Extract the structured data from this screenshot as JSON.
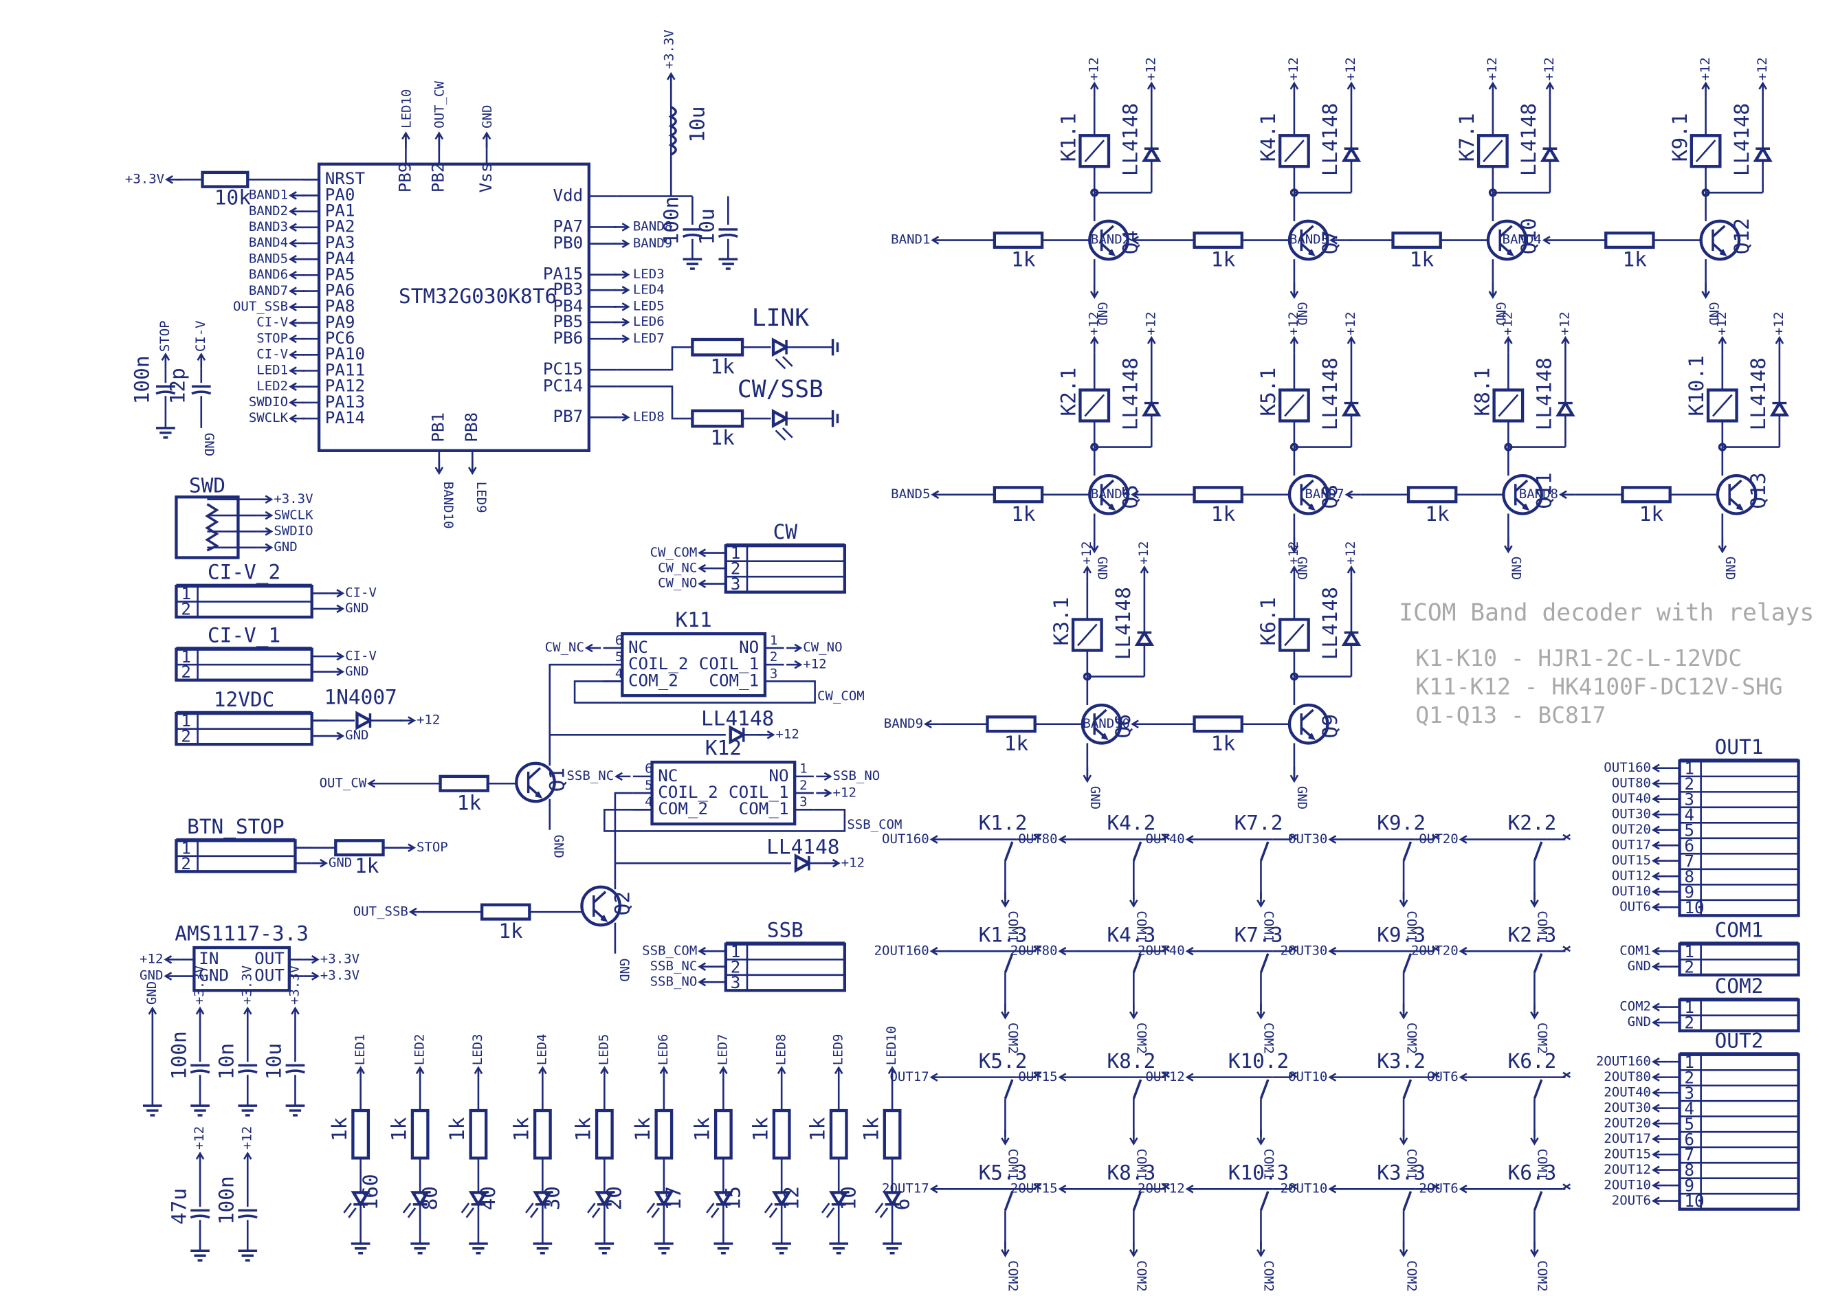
{
  "notes": {
    "title": "ICOM Band decoder with relays",
    "lines": [
      "K1-K10 - HJR1-2C-L-12VDC",
      "K11-K12 - HK4100F-DC12V-SHG",
      "Q1-Q13 - BC817"
    ]
  },
  "mcu": {
    "name": "STM32G030K8T6",
    "left_pins": [
      "NRST",
      "PA0",
      "PA1",
      "PA2",
      "PA3",
      "PA4",
      "PA5",
      "PA6",
      "PA8",
      "PA9",
      "PC6",
      "PA10",
      "PA11",
      "PA12",
      "PA13",
      "PA14"
    ],
    "left_nets": [
      "",
      "BAND1",
      "BAND2",
      "BAND3",
      "BAND4",
      "BAND5",
      "BAND6",
      "BAND7",
      "OUT_SSB",
      "CI-V",
      "STOP",
      "CI-V",
      "LED1",
      "LED2",
      "SWDIO",
      "SWCLK"
    ],
    "top_pins": [
      "PB9",
      "PB2",
      "Vss"
    ],
    "top_nets": [
      "LED10",
      "OUT_CW",
      "GND"
    ],
    "right_pins": [
      "Vdd",
      "PA7",
      "PB0",
      "PA15",
      "PB3",
      "PB4",
      "PB5",
      "PB6",
      "PC15",
      "PC14",
      "PB7"
    ],
    "right_nets": [
      "",
      "BAND8",
      "BAND9",
      "LED3",
      "LED4",
      "LED5",
      "LED6",
      "LED7",
      "",
      "",
      "LED8"
    ],
    "bottom_pins": [
      "PB1",
      "PB8"
    ],
    "bottom_nets": [
      "BAND10",
      "LED9"
    ]
  },
  "power": {
    "vcc33": "+3.3V",
    "vcc12": "+12",
    "gnd": "GND",
    "reset_res": "10k",
    "inductor": "10u",
    "cap_100n": "100n",
    "cap_10u": "10u",
    "stop_net": "STOP",
    "civ_net": "CI-V",
    "cap_12p": "12p"
  },
  "status_leds": [
    {
      "name": "LINK",
      "res": "1k"
    },
    {
      "name": "CW/SSB",
      "res": "1k"
    }
  ],
  "connectors": {
    "swd": {
      "title": "SWD",
      "nets": [
        "+3.3V",
        "SWCLK",
        "SWDIO",
        "GND"
      ]
    },
    "civ2": {
      "title": "CI-V_2",
      "pins": [
        "1",
        "2"
      ],
      "nets": [
        "CI-V",
        "GND"
      ]
    },
    "civ1": {
      "title": "CI-V_1",
      "pins": [
        "1",
        "2"
      ],
      "nets": [
        "CI-V",
        "GND"
      ]
    },
    "vdc12": {
      "title": "12VDC",
      "pins": [
        "1",
        "2"
      ],
      "nets": [
        "",
        "GND"
      ],
      "diode": "1N4007",
      "out": "+12"
    },
    "btn": {
      "title": "BTN_STOP",
      "pins": [
        "1",
        "2"
      ],
      "nets": [
        "",
        "GND"
      ],
      "res": "1k",
      "out": "STOP"
    },
    "cw": {
      "title": "CW",
      "pins": [
        "1",
        "2",
        "3"
      ],
      "nets": [
        "CW_COM",
        "CW_NC",
        "CW_NO"
      ]
    },
    "ssb": {
      "title": "SSB",
      "pins": [
        "1",
        "2",
        "3"
      ],
      "nets": [
        "SSB_COM",
        "SSB_NC",
        "SSB_NO"
      ]
    }
  },
  "regulator": {
    "title": "AMS1117-3.3",
    "left_pins": [
      "IN",
      "GND"
    ],
    "right_pins": [
      "OUT",
      "OUT"
    ],
    "left_nets": [
      "+12",
      "GND"
    ],
    "right_nets": [
      "+3.3V",
      "+3.3V"
    ]
  },
  "rf_relays": [
    {
      "name": "K11",
      "nc": "NC",
      "no": "NO",
      "coil2": "COIL_2",
      "coil1": "COIL_1",
      "com2": "COM_2",
      "com1": "COM_1",
      "pins": [
        "6",
        "5",
        "4",
        "1",
        "2",
        "3"
      ],
      "nets": [
        "CW_NC",
        "CW_NO",
        "+12",
        "CW_COM"
      ],
      "diode": "LL4148",
      "transistor": "Q1",
      "input": "OUT_CW",
      "res": "1k"
    },
    {
      "name": "K12",
      "nc": "NC",
      "no": "NO",
      "coil2": "COIL_2",
      "coil1": "COIL_1",
      "com2": "COM_2",
      "com1": "COM_1",
      "pins": [
        "6",
        "5",
        "4",
        "1",
        "2",
        "3"
      ],
      "nets": [
        "SSB_NC",
        "SSB_NO",
        "+12",
        "SSB_COM"
      ],
      "diode": "LL4148",
      "transistor": "Q2",
      "input": "OUT_SSB",
      "res": "1k"
    }
  ],
  "band_drivers": [
    {
      "relay": "K1.1",
      "transistor": "Q4",
      "input": "BAND1",
      "res": "1k",
      "diode": "LL4148"
    },
    {
      "relay": "K4.1",
      "transistor": "Q7",
      "input": "BAND2",
      "res": "1k",
      "diode": "LL4148"
    },
    {
      "relay": "K7.1",
      "transistor": "Q10",
      "input": "BAND3",
      "res": "1k",
      "diode": "LL4148"
    },
    {
      "relay": "K9.1",
      "transistor": "Q12",
      "input": "BAND4",
      "res": "1k",
      "diode": "LL4148"
    },
    {
      "relay": "K2.1",
      "transistor": "Q5",
      "input": "BAND5",
      "res": "1k",
      "diode": "LL4148"
    },
    {
      "relay": "K5.1",
      "transistor": "Q8",
      "input": "BAND6",
      "res": "1k",
      "diode": "LL4148"
    },
    {
      "relay": "K8.1",
      "transistor": "Q11",
      "input": "BAND7",
      "res": "1k",
      "diode": "LL4148"
    },
    {
      "relay": "K10.1",
      "transistor": "Q13",
      "input": "BAND8",
      "res": "1k",
      "diode": "LL4148"
    },
    {
      "relay": "K3.1",
      "transistor": "Q6",
      "input": "BAND9",
      "res": "1k",
      "diode": "LL4148"
    },
    {
      "relay": "K6.1",
      "transistor": "Q9",
      "input": "BAND10",
      "res": "1k",
      "diode": "LL4148"
    }
  ],
  "contacts": [
    {
      "name": "K1.2",
      "out": "OUT160",
      "com": "COM1"
    },
    {
      "name": "K4.2",
      "out": "OUT80",
      "com": "COM1"
    },
    {
      "name": "K7.2",
      "out": "OUT40",
      "com": "COM1"
    },
    {
      "name": "K9.2",
      "out": "OUT30",
      "com": "COM1"
    },
    {
      "name": "K2.2",
      "out": "OUT20",
      "com": "COM1"
    },
    {
      "name": "K1.3",
      "out": "2OUT160",
      "com": "COM2"
    },
    {
      "name": "K4.3",
      "out": "2OUT80",
      "com": "COM2"
    },
    {
      "name": "K7.3",
      "out": "2OUT40",
      "com": "COM2"
    },
    {
      "name": "K9.3",
      "out": "2OUT30",
      "com": "COM2"
    },
    {
      "name": "K2.3",
      "out": "2OUT20",
      "com": "COM2"
    },
    {
      "name": "K5.2",
      "out": "OUT17",
      "com": "COM1"
    },
    {
      "name": "K8.2",
      "out": "OUT15",
      "com": "COM1"
    },
    {
      "name": "K10.2",
      "out": "OUT12",
      "com": "COM1"
    },
    {
      "name": "K3.2",
      "out": "OUT10",
      "com": "COM1"
    },
    {
      "name": "K6.2",
      "out": "OUT6",
      "com": "COM1"
    },
    {
      "name": "K5.3",
      "out": "2OUT17",
      "com": "COM2"
    },
    {
      "name": "K8.3",
      "out": "2OUT15",
      "com": "COM2"
    },
    {
      "name": "K10.3",
      "out": "2OUT12",
      "com": "COM2"
    },
    {
      "name": "K3.3",
      "out": "2OUT10",
      "com": "COM2"
    },
    {
      "name": "K6.3",
      "out": "2OUT6",
      "com": "COM2"
    }
  ],
  "out_connectors": [
    {
      "title": "OUT1",
      "pins": [
        "1",
        "2",
        "3",
        "4",
        "5",
        "6",
        "7",
        "8",
        "9",
        "10"
      ],
      "nets": [
        "OUT160",
        "OUT80",
        "OUT40",
        "OUT30",
        "OUT20",
        "OUT17",
        "OUT15",
        "OUT12",
        "OUT10",
        "OUT6"
      ]
    },
    {
      "title": "COM1",
      "pins": [
        "1",
        "2"
      ],
      "nets": [
        "COM1",
        "GND"
      ]
    },
    {
      "title": "COM2",
      "pins": [
        "1",
        "2"
      ],
      "nets": [
        "COM2",
        "GND"
      ]
    },
    {
      "title": "OUT2",
      "pins": [
        "1",
        "2",
        "3",
        "4",
        "5",
        "6",
        "7",
        "8",
        "9",
        "10"
      ],
      "nets": [
        "2OUT160",
        "2OUT80",
        "2OUT40",
        "2OUT30",
        "2OUT20",
        "2OUT17",
        "2OUT15",
        "2OUT12",
        "2OUT10",
        "2OUT6"
      ]
    }
  ],
  "bypass_caps": [
    {
      "net": "GND",
      "value": ""
    },
    {
      "net": "+3.3V",
      "value": "100n"
    },
    {
      "net": "+3.3V",
      "value": "10n"
    },
    {
      "net": "+3.3V",
      "value": "10u"
    },
    {
      "net": "+12",
      "value": "47u"
    },
    {
      "net": "+12",
      "value": "100n"
    }
  ],
  "band_leds": [
    {
      "net": "LED1",
      "res": "1k",
      "label": "160"
    },
    {
      "net": "LED2",
      "res": "1k",
      "label": "80"
    },
    {
      "net": "LED3",
      "res": "1k",
      "label": "40"
    },
    {
      "net": "LED4",
      "res": "1k",
      "label": "30"
    },
    {
      "net": "LED5",
      "res": "1k",
      "label": "20"
    },
    {
      "net": "LED6",
      "res": "1k",
      "label": "17"
    },
    {
      "net": "LED7",
      "res": "1k",
      "label": "15"
    },
    {
      "net": "LED8",
      "res": "1k",
      "label": "12"
    },
    {
      "net": "LED9",
      "res": "1k",
      "label": "10"
    },
    {
      "net": "LED10",
      "res": "1k",
      "label": "6"
    }
  ]
}
